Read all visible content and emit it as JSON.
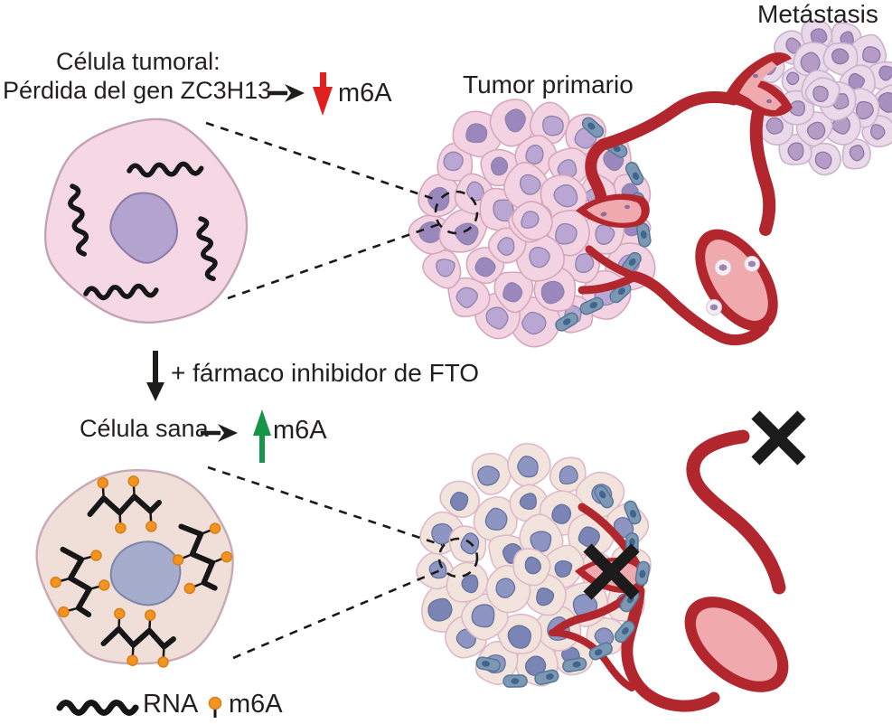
{
  "annotations": {
    "tumor_cell_title": "Célula tumoral:",
    "tumor_cell_subtitle": "Pérdida del gen ZC3H13",
    "m6a_decrease": "m6A",
    "primary_tumor": "Tumor primario",
    "metastasis": "Metástasis",
    "treatment": "+ fármaco inhibidor de FTO",
    "healthy_cell": "Célula sana",
    "m6a_increase": "m6A"
  },
  "legend": {
    "rna": "RNA",
    "m6a": "m6A"
  },
  "colors": {
    "background": "#ffffff",
    "text": "#231f20",
    "black": "#1d1d1b",
    "red_arrow": "#e0201e",
    "green_arrow": "#169447",
    "vessel_red": "#b2272e",
    "vessel_lumen": "#f0a9ad",
    "m6a_orange": "#f29322",
    "m6a_orange_stroke": "#d97e17",
    "rna_black": "#161616",
    "tumor_cell_fill": "#f6d7e4",
    "tumor_cell_stroke": "#c2a3b6",
    "tumor_nucleus_fill": "#b3a3cf",
    "tumor_nucleus_stroke": "#8d7aa8",
    "primary_cell_fill": "#f3d3e1",
    "primary_cell_stroke": "#d4a7bd",
    "primary_nucleus_fill": "#b9a6d2",
    "primary_nucleus_fill_alt": "#9a88bd",
    "primary_nucleus_stroke": "#9181ad",
    "meta_cell_fill": "#e9d9e9",
    "meta_cell_stroke": "#cbb2ce",
    "meta_nucleus_fill": "#b49cc7",
    "meta_nucleus_fill_alt": "#a78fc0",
    "meta_nucleus_stroke": "#8f77a4",
    "healthy_cell_fill": "#efdfd8",
    "healthy_cell_stroke": "#c9aab4",
    "healthy_nucleus_fill": "#a6accc",
    "healthy_nucleus_stroke": "#7d84a8",
    "treated_cell_fill": "#f2e4dd",
    "treated_cell_stroke": "#ddb9c9",
    "treated_nucleus_fill": "#8d96c3",
    "treated_nucleus_fill_alt": "#7b85b5",
    "treated_nucleus_stroke": "#67719f",
    "capsule_fill": "#7d98b2",
    "capsule_stroke": "#54779a",
    "capsule_nucleus": "#41658c"
  }
}
